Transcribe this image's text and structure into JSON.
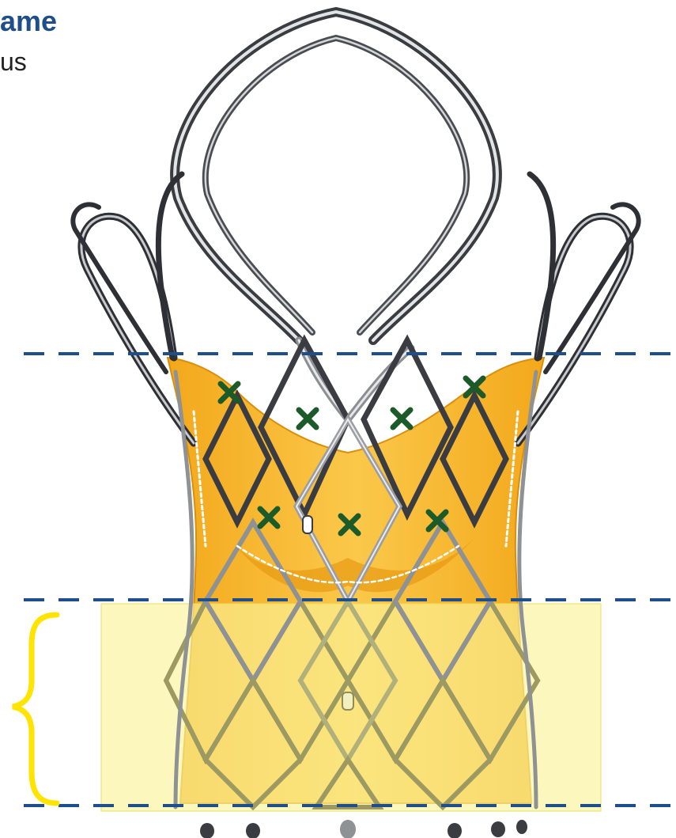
{
  "title_fragment": "ame",
  "subtitle_fragment": "us",
  "colors": {
    "title": "#1f4e8c",
    "dashed_line": "#1f4e8c",
    "skirt": "#f6b92e",
    "highlight_box": "#fbf59a",
    "brace": "#ffe400",
    "marker": "#1d5a2a",
    "frame_metal": "#a5a8ad"
  },
  "markers": {
    "symbol": "×",
    "count": 7
  },
  "icons": [
    "x-marker-icon",
    "curly-brace-icon"
  ]
}
